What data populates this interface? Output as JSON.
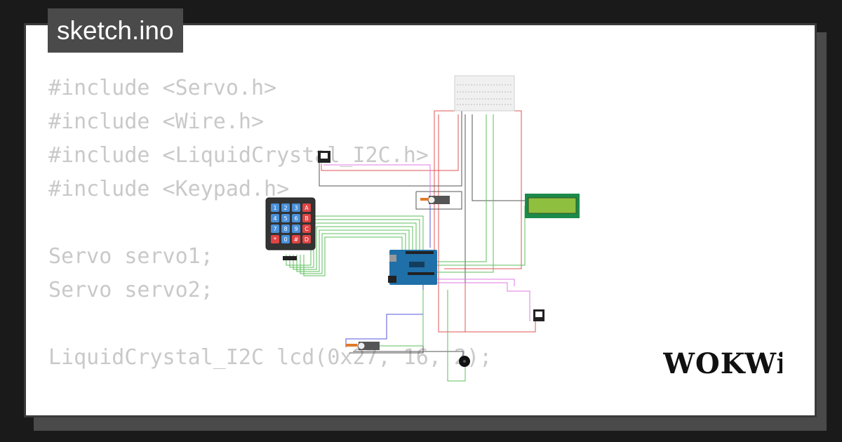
{
  "tab": {
    "filename": "sketch.ino"
  },
  "code": {
    "lines": [
      "#include <Servo.h>",
      "#include <Wire.h>",
      "#include <LiquidCrystal_I2C.h>",
      "#include <Keypad.h>",
      "",
      "Servo servo1;",
      "Servo servo2;",
      "",
      "LiquidCrystal_I2C lcd(0x27, 16, 2);"
    ]
  },
  "keypad": {
    "keys": [
      [
        "1",
        "2",
        "3",
        "A"
      ],
      [
        "4",
        "5",
        "6",
        "B"
      ],
      [
        "7",
        "8",
        "9",
        "C"
      ],
      [
        "*",
        "0",
        "#",
        "D"
      ]
    ]
  },
  "colors": {
    "wire_red": "#e05555",
    "wire_green": "#5cbf5c",
    "wire_black": "#555555",
    "wire_pink": "#e07ae0",
    "wire_blue": "#5555dd",
    "lcd_green": "#8fbf3f",
    "arduino_blue": "#1f6fa8",
    "key_blue": "#4a90d9",
    "key_red": "#e04444"
  },
  "brand": {
    "logo": "WOKWi"
  }
}
